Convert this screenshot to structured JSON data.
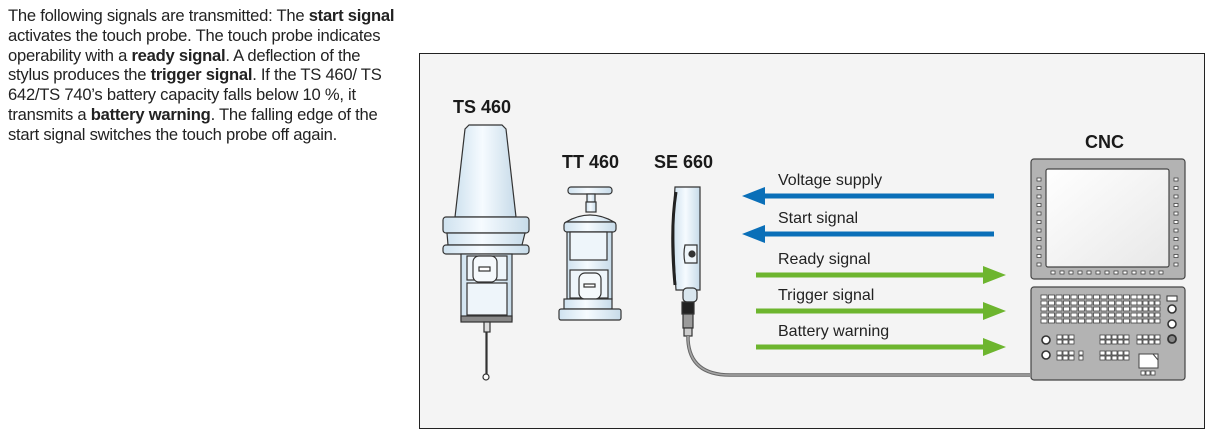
{
  "intro": {
    "segments": [
      {
        "t": "The following signals are transmitted: The ",
        "b": false
      },
      {
        "t": "start signal",
        "b": true
      },
      {
        "t": " activates the touch probe. The touch probe indicates operability with a ",
        "b": false
      },
      {
        "t": "ready signal",
        "b": true
      },
      {
        "t": ". A deflection of the stylus produces the ",
        "b": false
      },
      {
        "t": "trigger signal",
        "b": true
      },
      {
        "t": ". If the TS 460/ TS 642/TS 740’s battery capacity falls below 10 %, it transmits a ",
        "b": false
      },
      {
        "t": "battery warning",
        "b": true
      },
      {
        "t": ". The falling edge of the start signal switches the touch probe off again.",
        "b": false
      }
    ]
  },
  "devices": {
    "ts": "TS 460",
    "tt": "TT 460",
    "se": "SE 660",
    "cnc": "CNC"
  },
  "signals": [
    {
      "label": "Voltage supply",
      "direction": "to-probe",
      "color": "#0a6fb8"
    },
    {
      "label": "Start signal",
      "direction": "to-probe",
      "color": "#0a6fb8"
    },
    {
      "label": "Ready signal",
      "direction": "to-cnc",
      "color": "#6db52e"
    },
    {
      "label": "Trigger signal",
      "direction": "to-cnc",
      "color": "#6db52e"
    },
    {
      "label": "Battery warning",
      "direction": "to-cnc",
      "color": "#6db52e"
    }
  ],
  "colors": {
    "frame_bg": "#f4f4f4",
    "device_fill": "#e6f1f8",
    "panel_gray": "#b5b5b5",
    "cable": "#8a8a8a"
  }
}
